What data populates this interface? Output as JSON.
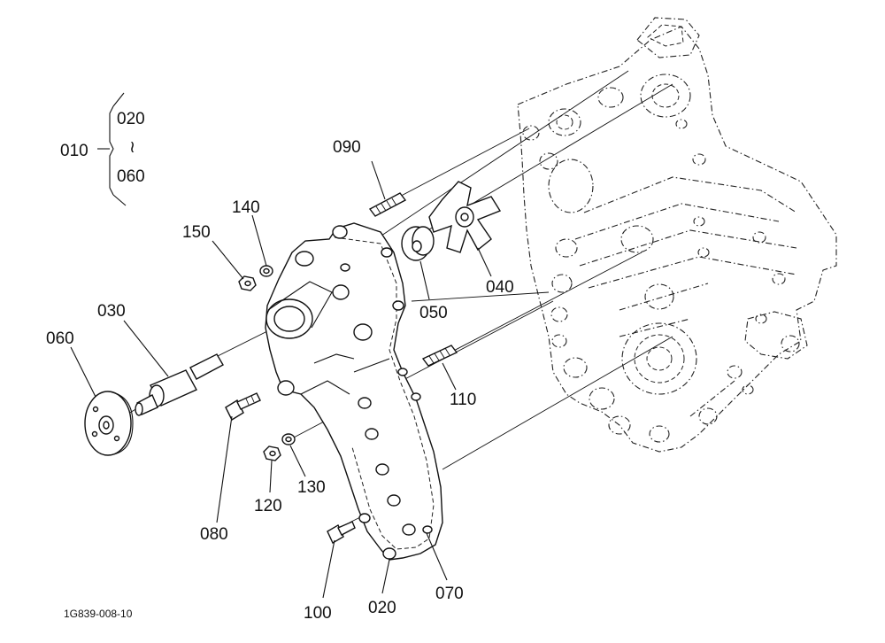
{
  "labels": {
    "l010": "010",
    "l020a": "020",
    "tilde": "≀",
    "l060a": "060",
    "l090": "090",
    "l140": "140",
    "l150": "150",
    "l030": "030",
    "l060": "060",
    "l040": "040",
    "l050": "050",
    "l110": "110",
    "l080": "080",
    "l120": "120",
    "l130": "130",
    "l100": "100",
    "l020": "020",
    "l070": "070"
  },
  "reference": "1G839-008-10"
}
